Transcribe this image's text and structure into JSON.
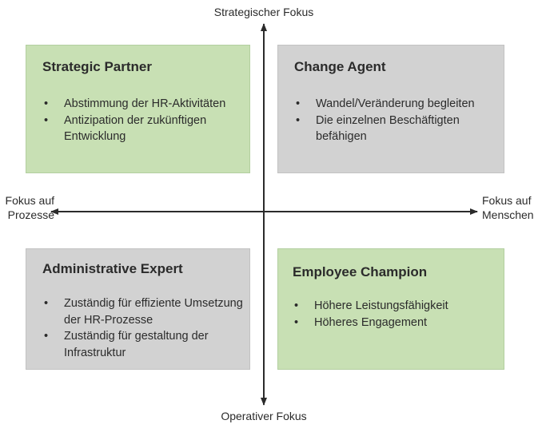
{
  "axes": {
    "top": "Strategischer Fokus",
    "bottom": "Operativer Fokus",
    "left": [
      "Fokus auf",
      "Prozesse"
    ],
    "right": [
      "Fokus auf",
      "Menschen"
    ]
  },
  "quadrants": {
    "top_left": {
      "title": "Strategic Partner",
      "bullets": [
        "Abstimmung der HR-Aktivitäten",
        "Antizipation der zukünftigen Entwicklung"
      ],
      "color": "#c8e0b4"
    },
    "top_right": {
      "title": "Change Agent",
      "bullets": [
        "Wandel/Veränderung begleiten",
        "Die einzelnen Beschäftigten befähigen"
      ],
      "color": "#d2d2d2"
    },
    "bottom_left": {
      "title": "Administrative Expert",
      "bullets": [
        "Zuständig für effiziente Umsetzung der HR-Prozesse",
        "Zuständig für gestaltung der Infrastruktur"
      ],
      "color": "#d2d2d2"
    },
    "bottom_right": {
      "title": "Employee Champion",
      "bullets": [
        "Höhere Leistungsfähigkeit",
        "Höheres Engagement"
      ],
      "color": "#c8e0b4"
    }
  }
}
